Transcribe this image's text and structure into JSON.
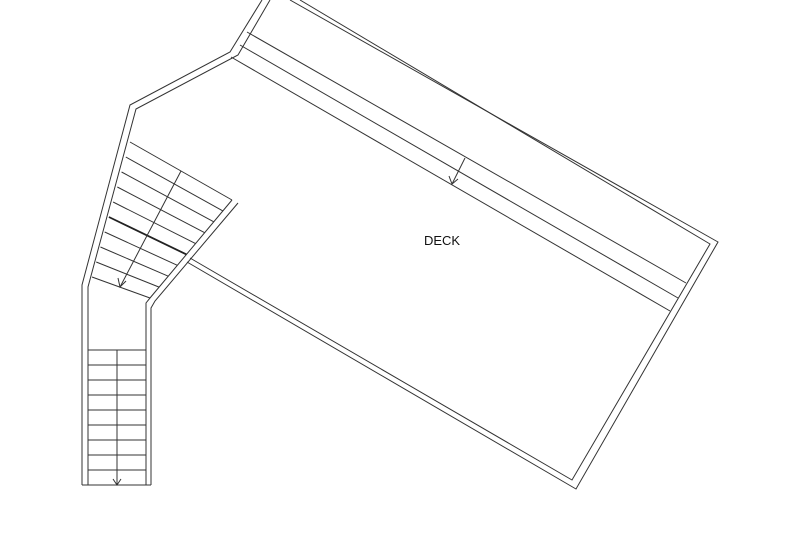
{
  "plan": {
    "room_label": "DECK",
    "line_color": "#333333",
    "background": "#ffffff",
    "upper_stair_treads": 10,
    "lower_stair_treads": 9
  }
}
